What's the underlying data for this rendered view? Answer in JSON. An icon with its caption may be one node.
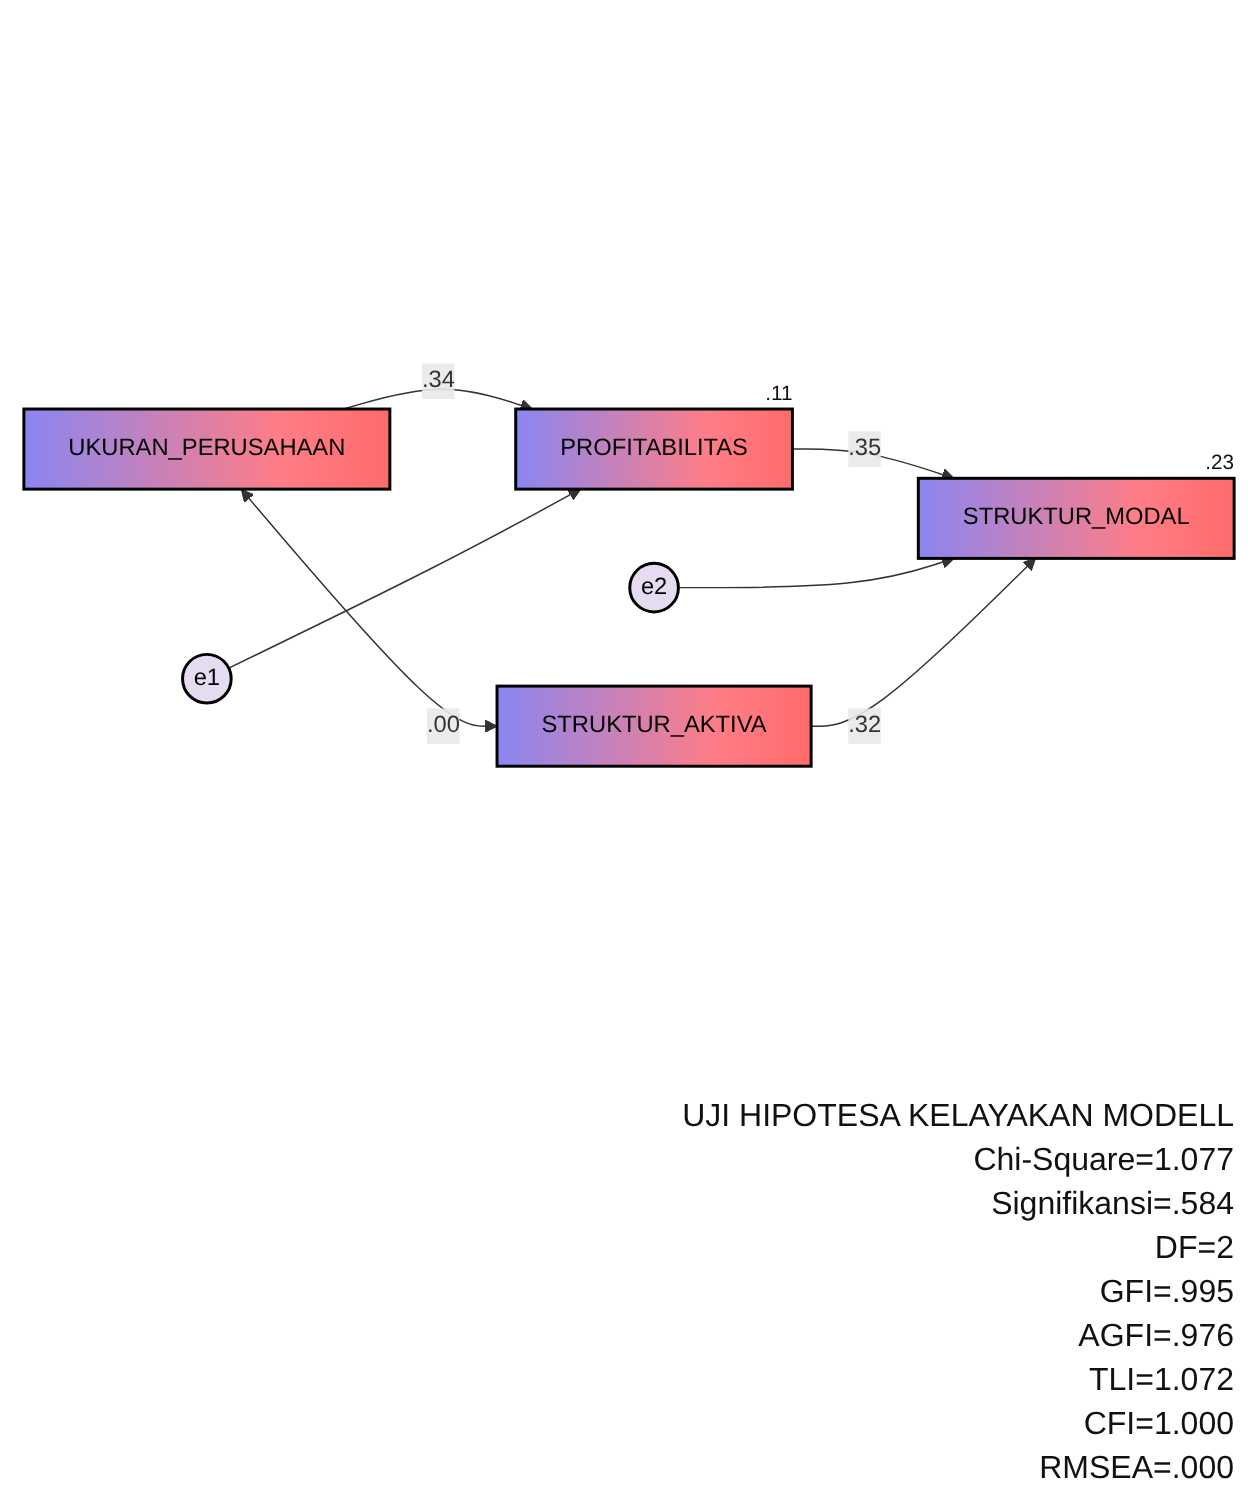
{
  "diagram": {
    "nodes": [
      {
        "text": [
          "UKURAN_PERUSAHAAN"
        ]
      },
      {
        "text": [
          "e1"
        ]
      },
      {
        "text": [
          "PROFITABILITAS"
        ],
        "beside": [
          ".11"
        ]
      },
      {
        "text": [
          "e2"
        ]
      },
      {
        "text": [
          "STRUKTUR_MODAL"
        ],
        "beside": [
          ".23"
        ]
      },
      {
        "text": [
          "STRUKTUR_AKTIVA"
        ]
      }
    ],
    "edges": [
      {
        "from": 0,
        "to": 2,
        "arrow": "to",
        "label": ".34"
      },
      {
        "from": 1,
        "to": 2,
        "arrow": "to"
      },
      {
        "from": 2,
        "to": 4,
        "arrow": "to",
        "label": ".35"
      },
      {
        "from": 3,
        "to": 4,
        "arrow": "to"
      },
      {
        "from": 5,
        "to": 4,
        "arrow": "to",
        "label": ".32"
      },
      {
        "from": 0,
        "to": 5,
        "arrow": "both",
        "label": ".00"
      }
    ],
    "labels": [
      "UJI HIPOTESA KELAYAKAN MODELL",
      "Chi-Square=1.077",
      "Signifikansi=.584",
      "DF=2",
      "GFI=.995",
      "AGFI=.976",
      "TLI=1.072",
      "CFI=1.000",
      "RMSEA=.000"
    ]
  }
}
